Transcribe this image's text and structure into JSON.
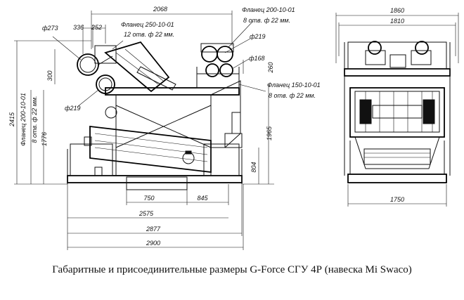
{
  "caption": "Габаритные и присоединительные размеры G-Force СГУ 4Р (навеска Mi Swaco)",
  "side_view": {
    "dims": {
      "overall_top": "2068",
      "d273": "ф273",
      "d336": "336",
      "d252": "252",
      "flange_top_left": "Фланец 250-10-01",
      "holes_top_left": "12 отв. ф 22 мм.",
      "flange_top_right": "Фланец 200-10-01",
      "holes_top_right": "8 отв. ф 22 мм.",
      "d219_right": "ф219",
      "d168": "ф168",
      "d260": "260",
      "flange_mid_right": "Фланец 150-10-01",
      "holes_mid_right": "8 отв. ф 22 мм.",
      "d300": "300",
      "d219_left": "ф219",
      "height_total": "2415",
      "flange_left": "Фланец 200-10-01",
      "holes_left": "8 отв. ф 22 мм.",
      "d1776": "1776",
      "d1965": "1965",
      "d804": "804",
      "d750": "750",
      "d845": "845",
      "d2575": "2575",
      "d2877": "2877",
      "d2900": "2900"
    }
  },
  "front_view": {
    "dims": {
      "width_outer": "1860",
      "width_inner": "1810",
      "base": "1750"
    }
  }
}
